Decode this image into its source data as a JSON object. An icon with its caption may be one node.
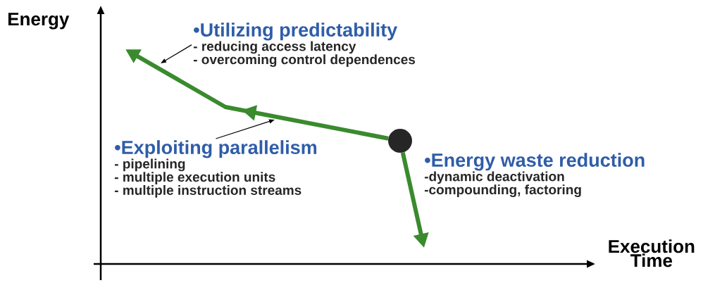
{
  "diagram": {
    "nodes": [
      {
        "text": [],
        "shape": "circle"
      },
      {
        "text": [
          "•Utilizing predictability",
          "- reducing access latency",
          "- overcoming control dependences"
        ]
      },
      {
        "text": [
          "•Exploiting parallelism",
          "- pipelining",
          "- multiple execution units",
          "- multiple instruction streams"
        ]
      },
      {
        "text": [
          "•Energy waste reduction",
          "-dynamic deactivation",
          "-compounding, factoring"
        ]
      }
    ],
    "edges": [
      {
        "from": 0,
        "to": null,
        "arrow": "to",
        "style": "thick"
      },
      {
        "from": 0,
        "to": null,
        "arrow": "to",
        "style": "thick"
      },
      {
        "from": 1,
        "to": null,
        "arrow": "to",
        "color": "#000000"
      },
      {
        "from": 2,
        "to": null,
        "arrow": "to",
        "color": "#000000"
      }
    ],
    "labels": [
      "Energy",
      "Execution Time"
    ]
  }
}
